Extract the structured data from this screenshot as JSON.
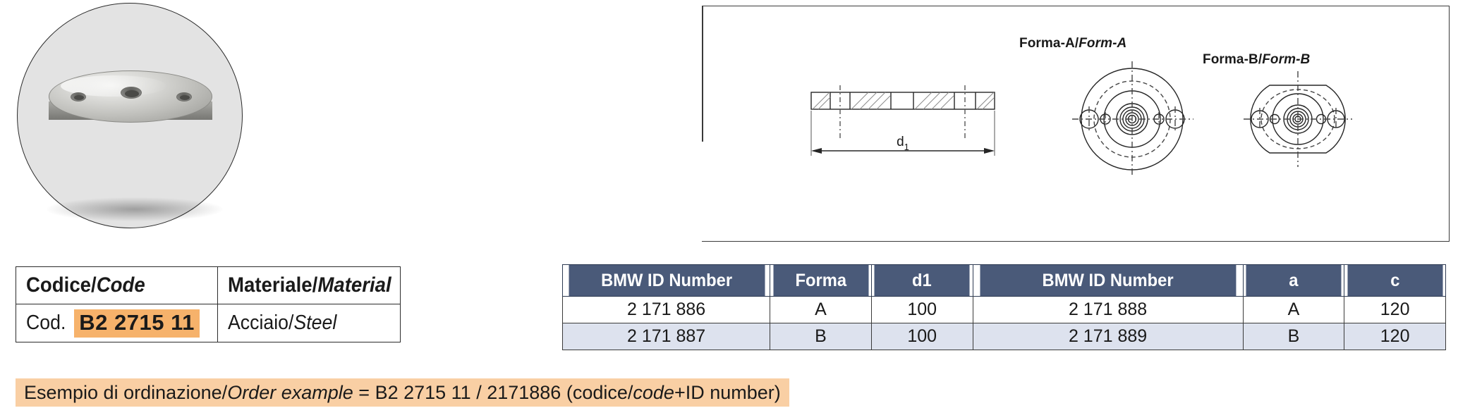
{
  "product_image": {
    "alt": "steel circular base plate with three holes"
  },
  "drawing": {
    "form_a_label_it": "Forma-A",
    "form_a_label_en": "Form-A",
    "form_b_label_it": "Forma-B",
    "form_b_label_en": "Form-B",
    "dimension_label": "d1"
  },
  "spec_table": {
    "headers": {
      "code_it": "Codice",
      "code_en": "Code",
      "material_it": "Materiale",
      "material_en": "Material"
    },
    "row": {
      "code_prefix": "Cod.",
      "code_value": "B2 2715 11",
      "material_it": "Acciaio",
      "material_en": "Steel"
    },
    "highlight_color": "#f6b26b"
  },
  "data_table": {
    "header_color": "#4a5a79",
    "alt_row_color": "#dde2ee",
    "columns": [
      "BMW ID Number",
      "Forma",
      "d1",
      "BMW ID Number",
      "a",
      "c"
    ],
    "rows": [
      [
        "2 171 886",
        "A",
        "100",
        "2 171 888",
        "A",
        "120"
      ],
      [
        "2 171 887",
        "B",
        "100",
        "2 171 889",
        "B",
        "120"
      ]
    ]
  },
  "order_note": {
    "label_it": "Esempio di ordinazione",
    "label_en": "Order example",
    "equals": "=",
    "value": "B2 2715 11 / 2171886",
    "suffix_open": "(codice/",
    "suffix_it_en": "code",
    "suffix_close": "+ID number)",
    "background_color": "#f9cfa4"
  }
}
